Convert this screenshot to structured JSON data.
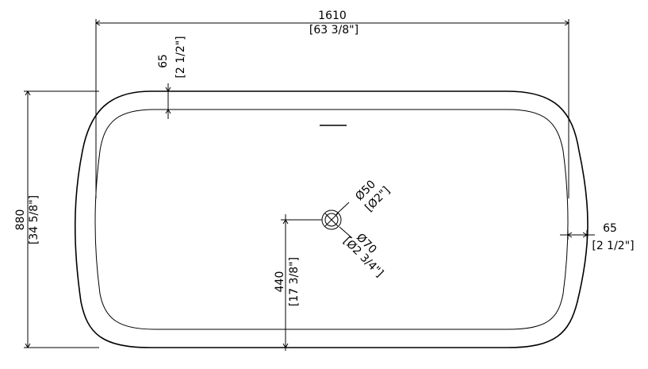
{
  "drawing": {
    "overall_length": {
      "mm": "1610",
      "inch": "[63 3/8\"]"
    },
    "overall_width": {
      "mm": "880",
      "inch": "[34 5/8\"]"
    },
    "rim_top": {
      "mm": "65",
      "inch": "[2 1/2\"]"
    },
    "rim_side": {
      "mm": "65",
      "inch": "[2 1/2\"]"
    },
    "drain_offset": {
      "mm": "440",
      "inch": "[17 3/8\"]"
    },
    "drain_inner": {
      "mm": "Ø50",
      "inch": "[Ø2\"]"
    },
    "drain_outer": {
      "mm": "Ø70",
      "inch": "[Ø2 3/4\"]"
    }
  }
}
